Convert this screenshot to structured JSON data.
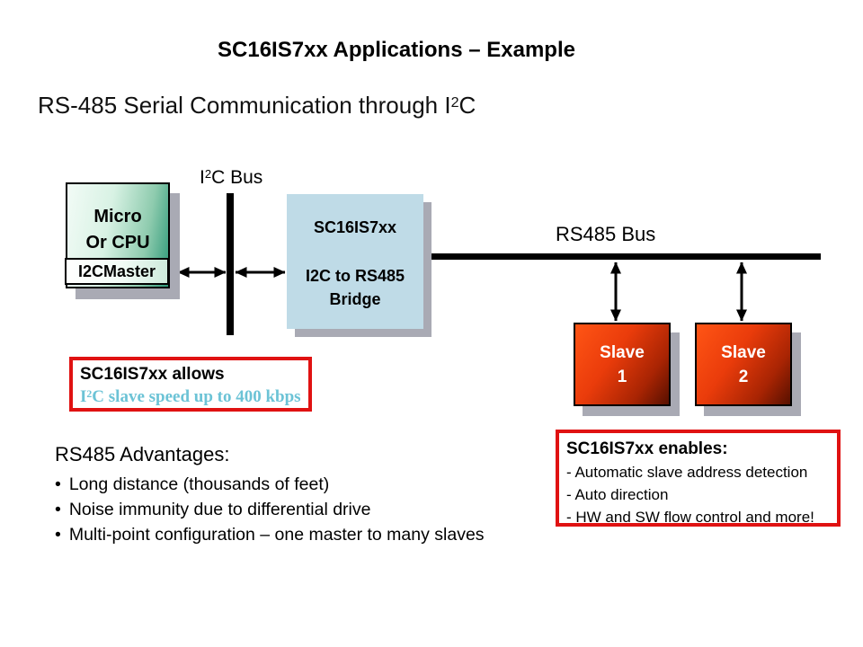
{
  "slide": {
    "title": "SC16IS7xx Applications – Example",
    "subtitle": {
      "pre": "RS-485 Serial Communication through I",
      "sup": "2",
      "post": "C"
    }
  },
  "micro_box": {
    "line1": "Micro",
    "line2": "Or CPU",
    "sub_label": "I2CMaster"
  },
  "i2c_bus": {
    "label_pre": "I",
    "label_sup": "2",
    "label_post": "C Bus"
  },
  "bridge_box": {
    "line1": "SC16IS7xx",
    "line2": "I2C to RS485",
    "line3": "Bridge"
  },
  "rs485_bus": {
    "label": "RS485 Bus"
  },
  "slaves": [
    {
      "line1": "Slave",
      "line2": "1"
    },
    {
      "line1": "Slave",
      "line2": "2"
    }
  ],
  "allows_box": {
    "title": "SC16IS7xx allows",
    "detail_pre": "I",
    "detail_sup": "2",
    "detail_post": "C slave speed up to 400 kbps"
  },
  "advantages": {
    "heading": "RS485 Advantages:",
    "bullet_char": "•",
    "items": [
      "Long distance (thousands of feet)",
      "Noise immunity due to differential drive",
      "Multi-point configuration – one master to many slaves"
    ]
  },
  "enables_box": {
    "title": "SC16IS7xx enables:",
    "items": [
      "- Automatic slave address detection",
      "- Auto direction",
      "- HW and SW flow control and more!"
    ]
  },
  "colors": {
    "accent_red": "#e01212",
    "green_dark": "#2d9878",
    "green_pale": "#f2fbf6",
    "bridge_blue": "#bfdbe7",
    "slave_bright": "#ff5515",
    "slave_dark": "#571000",
    "note_blue": "#6cc3d6",
    "shadow_gray": "#a9aab4",
    "wire_black": "#000000"
  }
}
